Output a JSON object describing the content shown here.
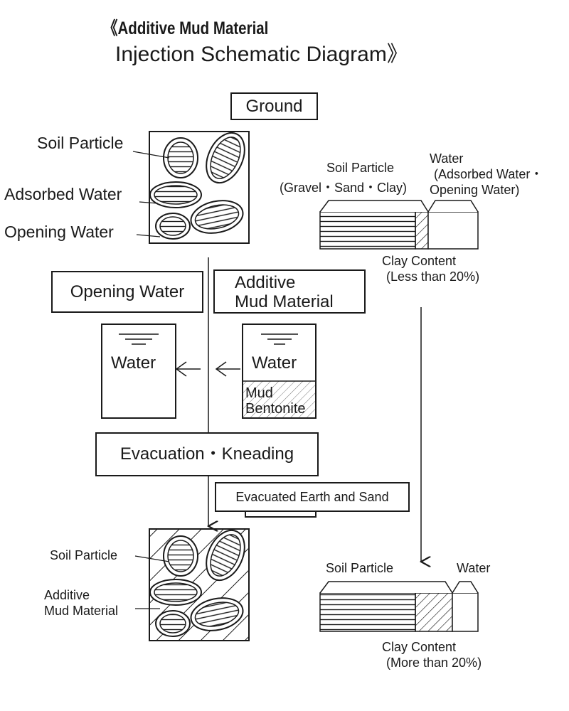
{
  "title": {
    "line1": "《Additive Mud Material",
    "line2": "Injection Schematic Diagram》"
  },
  "ground": {
    "label": "Ground",
    "labels": {
      "soil_particle": "Soil Particle",
      "adsorbed_water": "Adsorbed Water",
      "opening_water": "Opening Water"
    }
  },
  "before_composition": {
    "soil_particle": "Soil Particle",
    "soil_types": "(Gravel・Sand・Clay)",
    "water": "Water",
    "water_types_1": "(Adsorbed Water・",
    "water_types_2": "Opening Water)",
    "clay_content": "Clay Content",
    "clay_condition": "(Less than 20%)"
  },
  "process": {
    "opening_water_box": "Opening Water",
    "additive_line1": "Additive",
    "additive_line2": "Mud Material",
    "water_left": "Water",
    "water_right": "Water",
    "mud": "Mud",
    "bentonite": "Bentonite",
    "evacuation": "Evacuation・Kneading",
    "evacuated": "Evacuated Earth and Sand"
  },
  "result": {
    "soil_particle": "Soil Particle",
    "additive_line1": "Additive",
    "additive_line2": "Mud Material"
  },
  "after_composition": {
    "soil_particle": "Soil Particle",
    "water": "Water",
    "clay_content": "Clay Content",
    "clay_condition": "(More than 20%)"
  }
}
